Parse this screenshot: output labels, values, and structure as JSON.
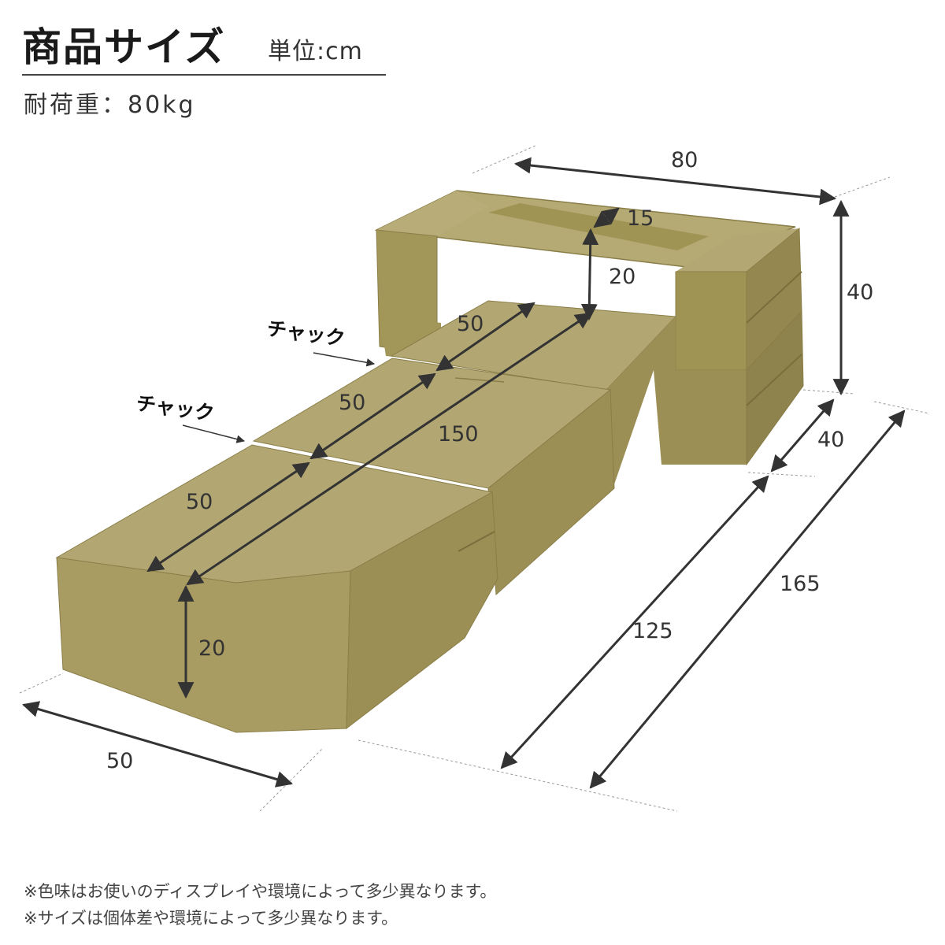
{
  "header": {
    "title": "商品サイズ",
    "unit": "単位:cm",
    "load_capacity": "耐荷重：80kg"
  },
  "labels": {
    "zipper_upper": "チャック",
    "zipper_lower": "チャック"
  },
  "dimensions": {
    "width_top": "80",
    "armrest_width": "15",
    "back_height": "20",
    "total_height": "40",
    "seat_depth": "40",
    "seg_upper": "50",
    "seg_middle": "50",
    "seg_lower": "50",
    "total_cushion": "150",
    "cushion_height": "20",
    "width_front": "50",
    "length_125": "125",
    "length_165": "165"
  },
  "notes": [
    "※色味はお使いのディスプレイや環境によって多少異なります。",
    "※サイズは個体差や環境によって多少異なります。"
  ],
  "colors": {
    "fabric_top": "#b2a772",
    "fabric_side": "#9c8f56",
    "fabric_dark": "#8a7e48",
    "line": "#333333"
  }
}
